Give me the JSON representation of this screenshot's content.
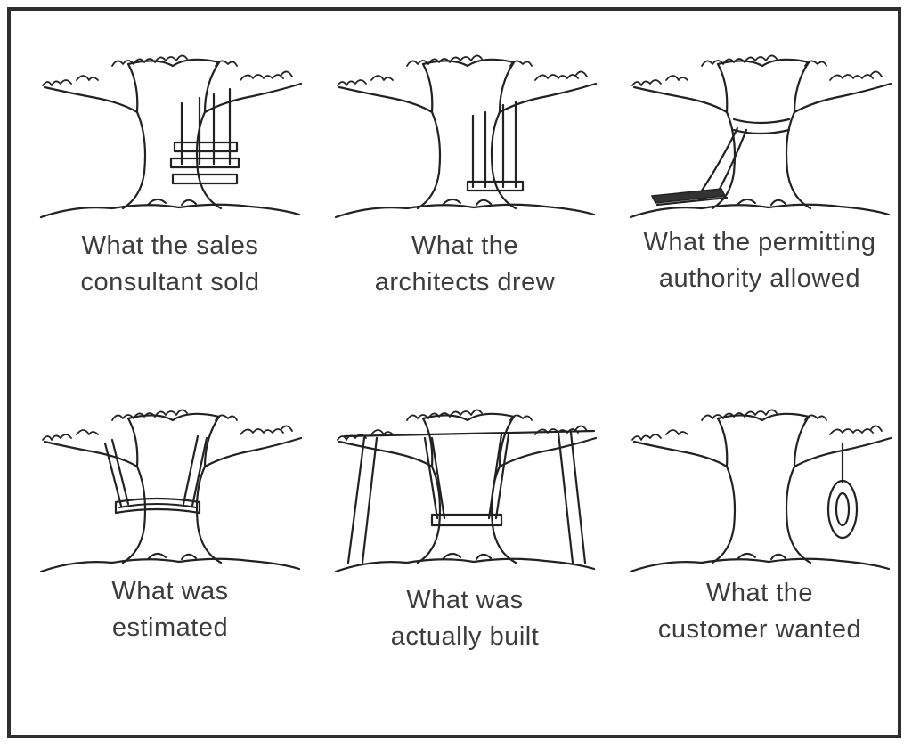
{
  "panels": [
    {
      "caption": [
        "What the sales",
        "consultant sold"
      ],
      "icon": "tree-with-three-tier-swing"
    },
    {
      "caption": [
        "What the",
        "architects drew"
      ],
      "icon": "tree-with-swing-through-trunk"
    },
    {
      "caption": [
        "What the permitting",
        "authority allowed"
      ],
      "icon": "tree-with-swing-on-ground"
    },
    {
      "caption": [
        "What was",
        "estimated"
      ],
      "icon": "tree-with-seat-around-trunk"
    },
    {
      "caption": [
        "What was",
        "actually built"
      ],
      "icon": "tree-with-frame-swing"
    },
    {
      "caption": [
        "What the",
        "customer wanted"
      ],
      "icon": "tree-with-tire-swing"
    }
  ]
}
